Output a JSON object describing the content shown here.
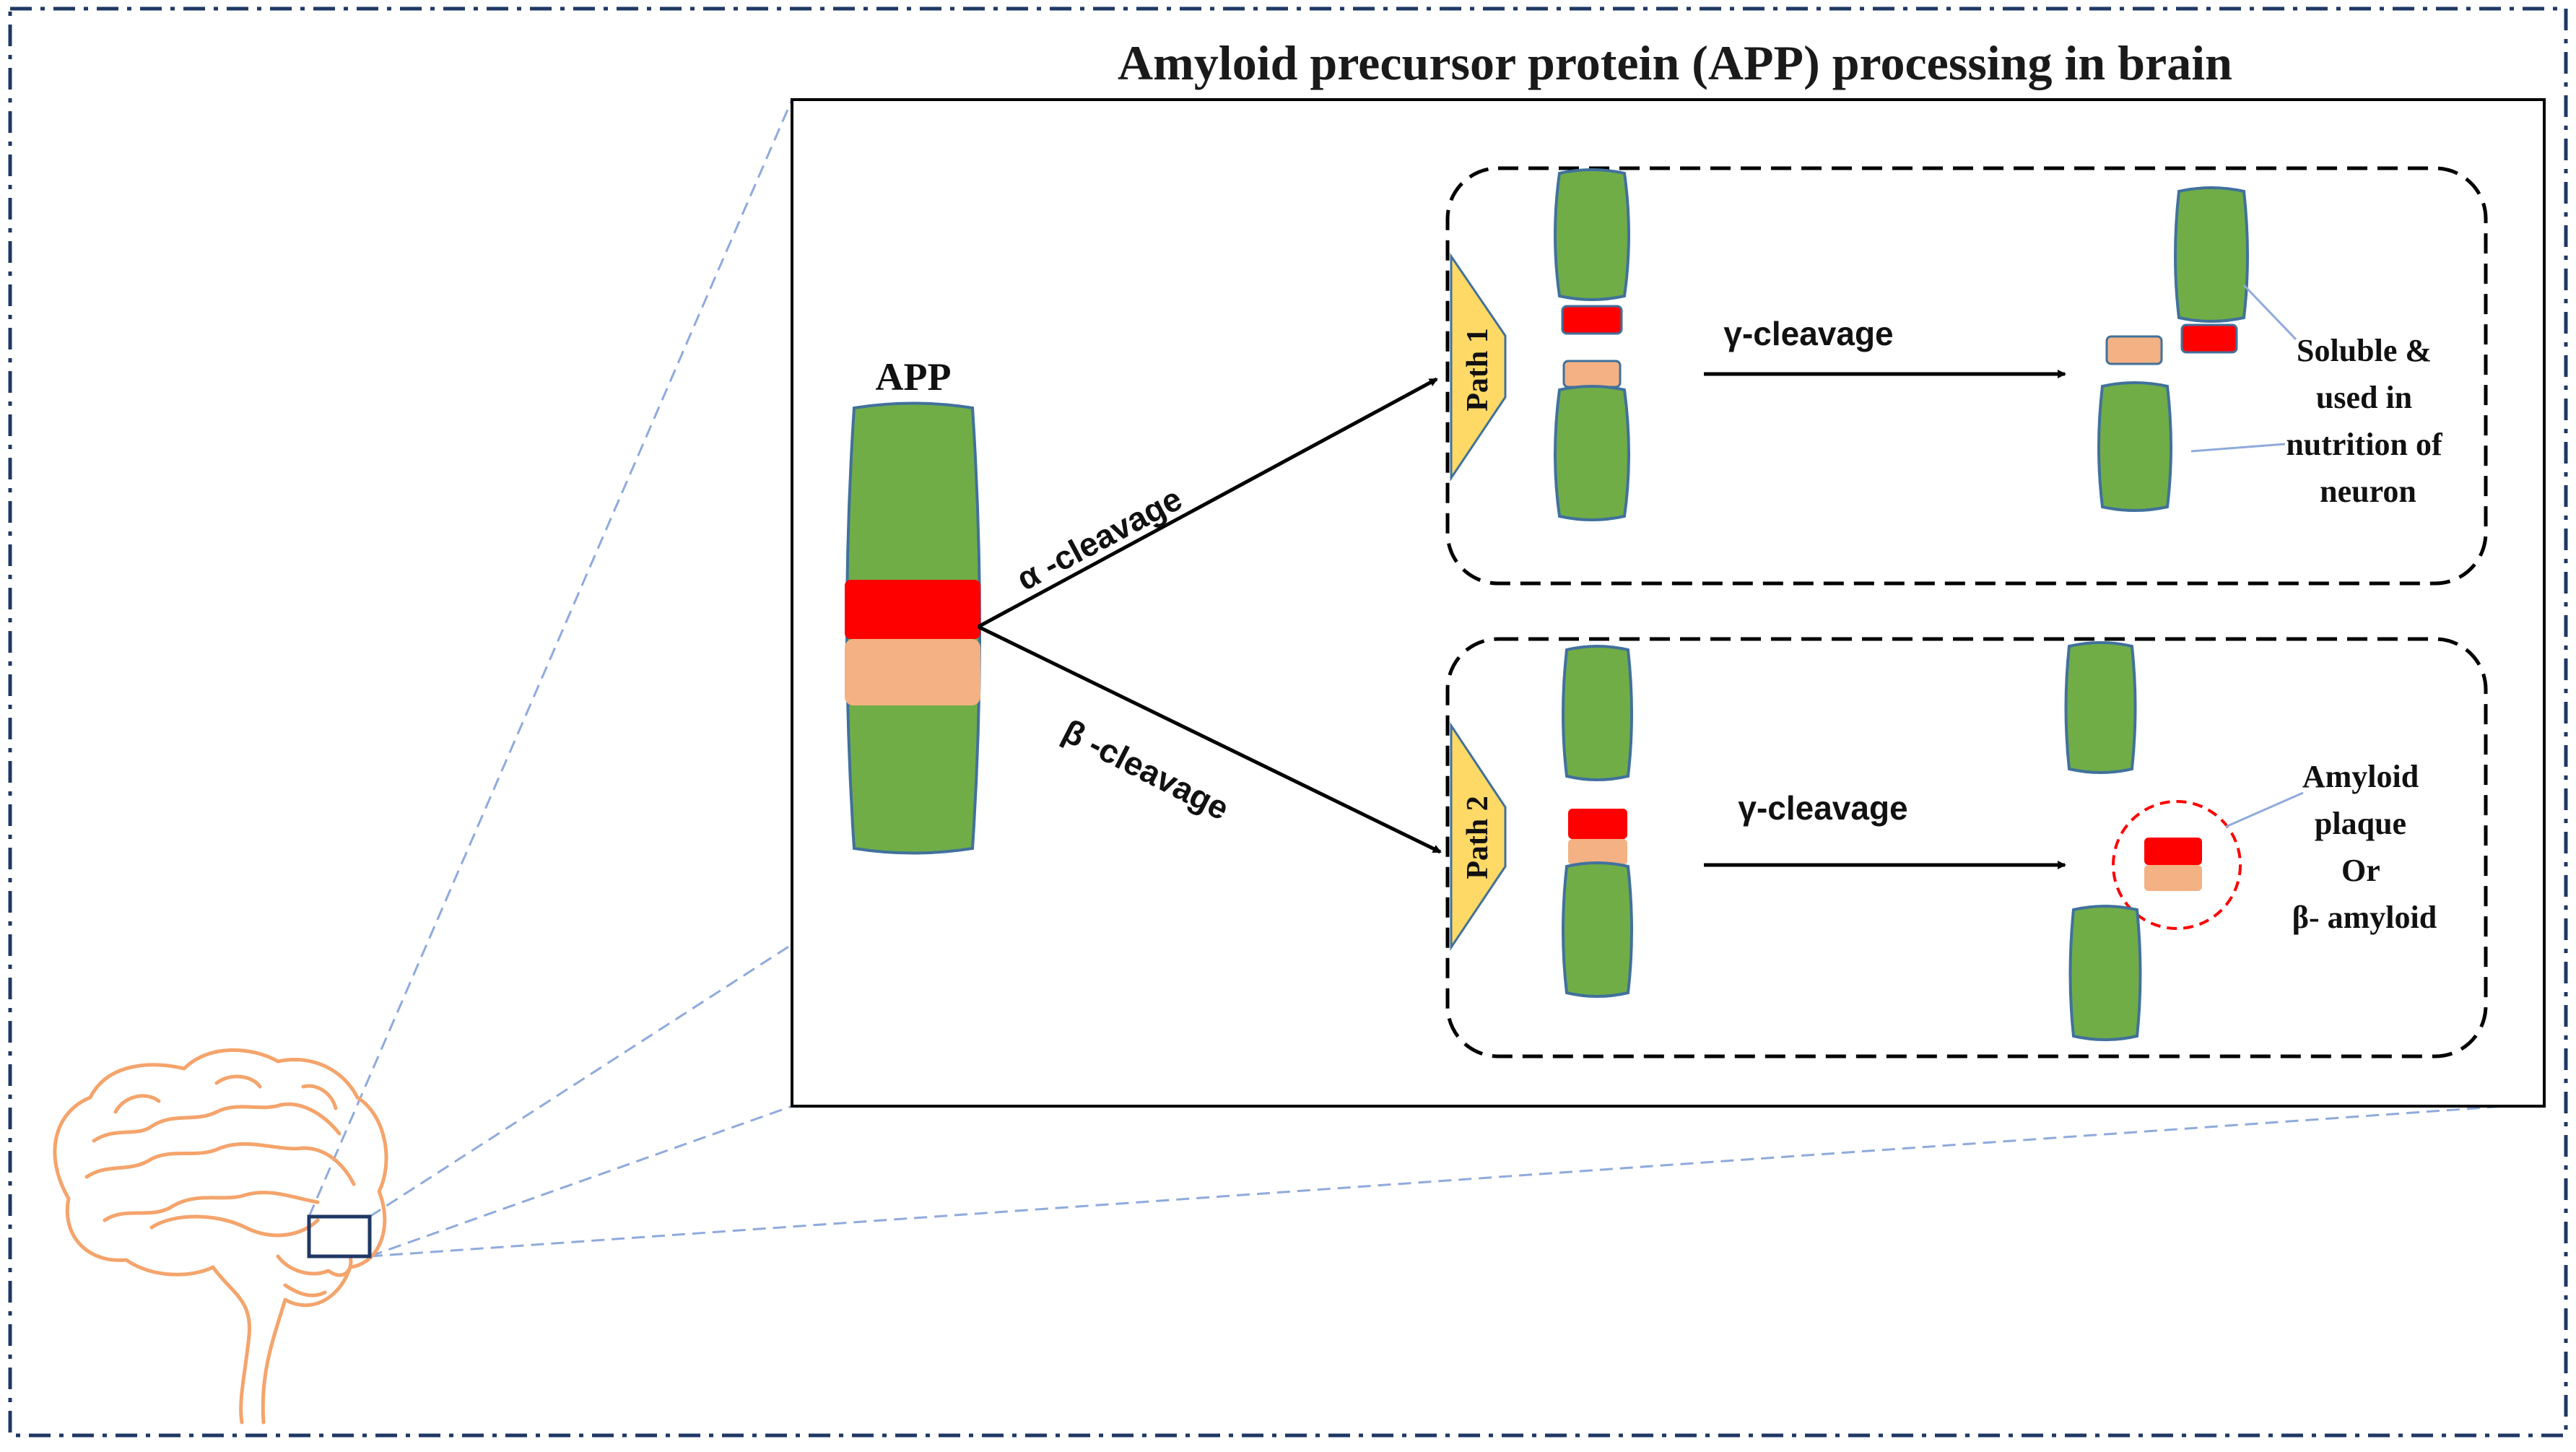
{
  "title": "Amyloid precursor protein (APP) processing in brain",
  "app_label": "APP",
  "alpha_label": "α -cleavage",
  "beta_label": "β -cleavage",
  "path1": {
    "label": "Path 1",
    "gamma_label": "γ-cleavage",
    "note_lines": [
      "Soluble &",
      "used in",
      "nutrition of",
      "neuron"
    ]
  },
  "path2": {
    "label": "Path 2",
    "gamma_label": "γ-cleavage",
    "note_lines": [
      "Amyloid",
      "plaque",
      "Or",
      "β- amyloid"
    ]
  },
  "colors": {
    "green": "#70ad47",
    "green_stroke": "#41719c",
    "red": "#ff0000",
    "peach": "#f4b183",
    "yellow": "#ffd966",
    "brain": "#f4a46c",
    "frame": "#1f3864",
    "zoom_line": "#8faadc"
  },
  "icons": {
    "brain": "brain-outline-icon"
  }
}
